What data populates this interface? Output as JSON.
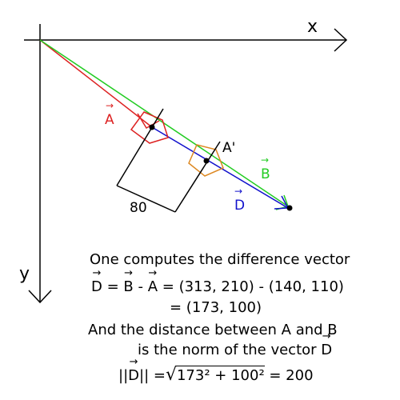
{
  "axes": {
    "x_label": "x",
    "y_label": "y"
  },
  "vectors": {
    "a": {
      "letter": "A",
      "color": "#dd2222"
    },
    "b": {
      "letter": "B",
      "color": "#22cc22"
    },
    "d": {
      "letter": "D",
      "color": "#1111cc"
    },
    "a_prime": {
      "label": "A'",
      "color": "#dd8822"
    }
  },
  "dimension_label": "80",
  "text": {
    "intro": "One computes the difference vector",
    "eq1_lhs_d": "D",
    "eq1_eq": " = ",
    "eq1_b": "B",
    "eq1_minus": " - ",
    "eq1_a": "A",
    "eq1_rhs": "  = (313, 210) - (140, 110)",
    "eq2": "= (173, 100)",
    "distance_line1": "And the distance between A and B",
    "distance_line2": "is the norm of the vector",
    "distance_line2_vec": "D",
    "norm_open": "||",
    "norm_d": "D",
    "norm_close": "|| =",
    "sqrt_sign": "√",
    "sqrt_body": "173² + 100²",
    "norm_result": " = 200"
  }
}
